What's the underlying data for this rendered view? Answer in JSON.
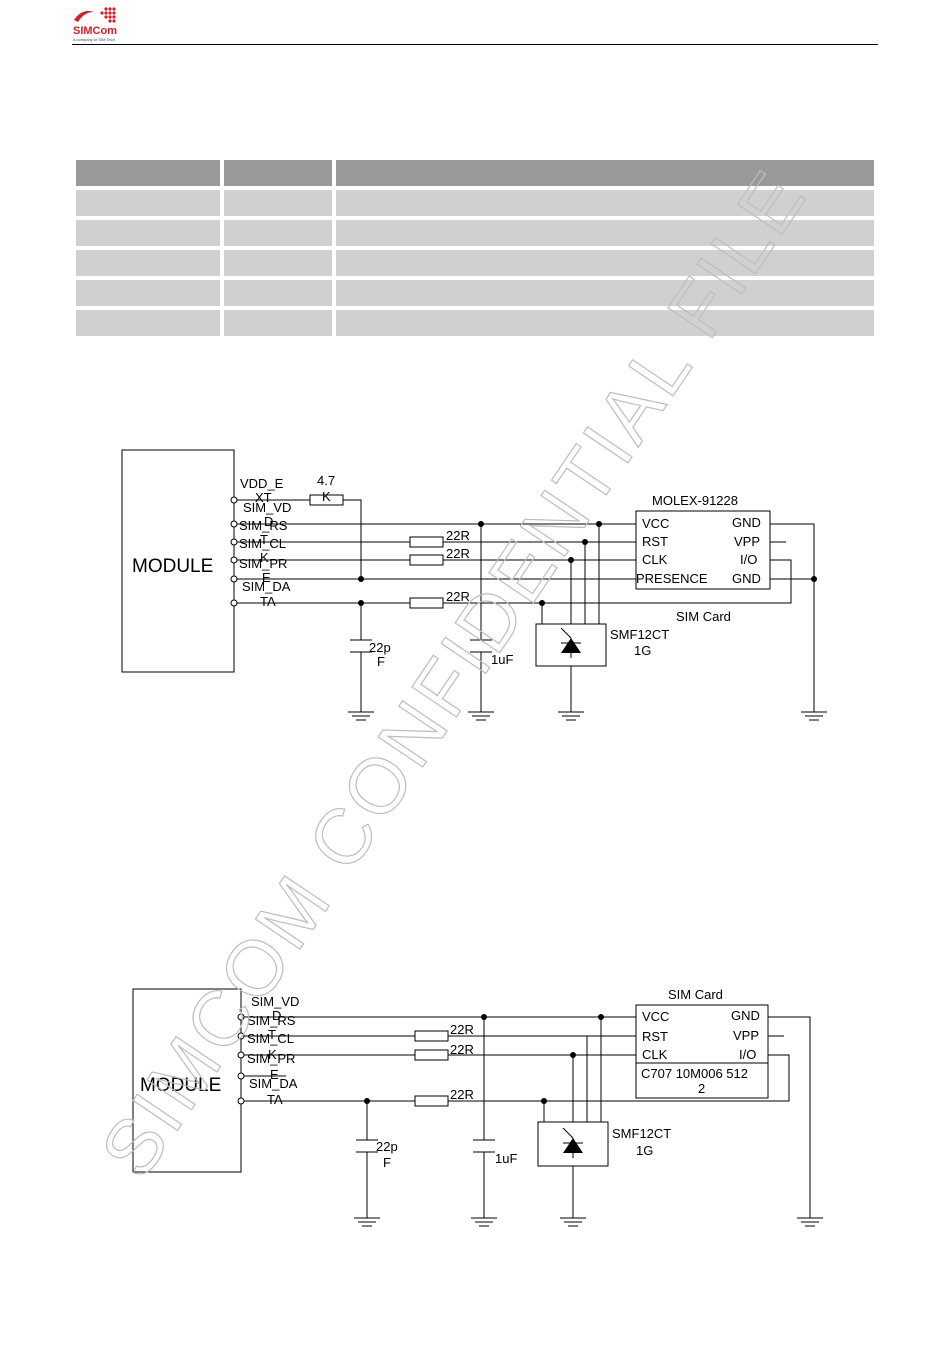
{
  "header": {
    "logo_text": "SIMCom",
    "logo_tagline": "A company of SIM Tech"
  },
  "table": {
    "header": [
      "",
      "",
      ""
    ],
    "rows": [
      [
        "",
        "",
        ""
      ],
      [
        "",
        "",
        ""
      ],
      [
        "",
        "",
        ""
      ],
      [
        "",
        "",
        ""
      ],
      [
        "",
        "",
        ""
      ]
    ]
  },
  "diagram1": {
    "module_label": "MODULE",
    "pins": [
      {
        "l1": "VDD_E",
        "l2": "XT"
      },
      {
        "l1": "SIM_VD",
        "l2": "D"
      },
      {
        "l1": "SIM_RS",
        "l2": "T"
      },
      {
        "l1": "SIM_CL",
        "l2": "K"
      },
      {
        "l1": "SIM_PR",
        "l2": "E"
      },
      {
        "l1": "SIM_DA",
        "l2": "TA"
      }
    ],
    "pullup_value_l1": "4.7",
    "pullup_value_l2": "K",
    "r_rst": "22R",
    "r_clk": "22R",
    "r_data": "22R",
    "cap_data_l1": "22p",
    "cap_data_l2": "F",
    "cap_vdd": "1uF",
    "connector_title": "MOLEX-91228",
    "connector_left_pins": [
      "VCC",
      "RST",
      "CLK",
      "PRESENCE"
    ],
    "connector_right_pins": [
      "GND",
      "VPP",
      "I/O",
      "GND"
    ],
    "connector_caption": "SIM Card",
    "esd_l1": "SMF12CT",
    "esd_l2": "1G"
  },
  "diagram2": {
    "module_label": "MODULE",
    "pins": [
      {
        "l1": "SIM_VD",
        "l2": "D"
      },
      {
        "l1": "SIM_RS",
        "l2": "T"
      },
      {
        "l1": "SIM_CL",
        "l2": "K"
      },
      {
        "l1": "SIM_PR",
        "l2": "E"
      },
      {
        "l1": "SIM_DA",
        "l2": "TA"
      }
    ],
    "r_rst": "22R",
    "r_clk": "22R",
    "r_data": "22R",
    "cap_data_l1": "22p",
    "cap_data_l2": "F",
    "cap_vdd": "1uF",
    "connector_title": "SIM Card",
    "connector_left_pins": [
      "VCC",
      "RST",
      "CLK"
    ],
    "connector_right_pins": [
      "GND",
      "VPP",
      "I/O"
    ],
    "connector_part_l1": "C707 10M006 512",
    "connector_part_l2": "2",
    "esd_l1": "SMF12CT",
    "esd_l2": "1G"
  },
  "watermark": "SIMCOM  CONFIDENTIAL  FILE"
}
